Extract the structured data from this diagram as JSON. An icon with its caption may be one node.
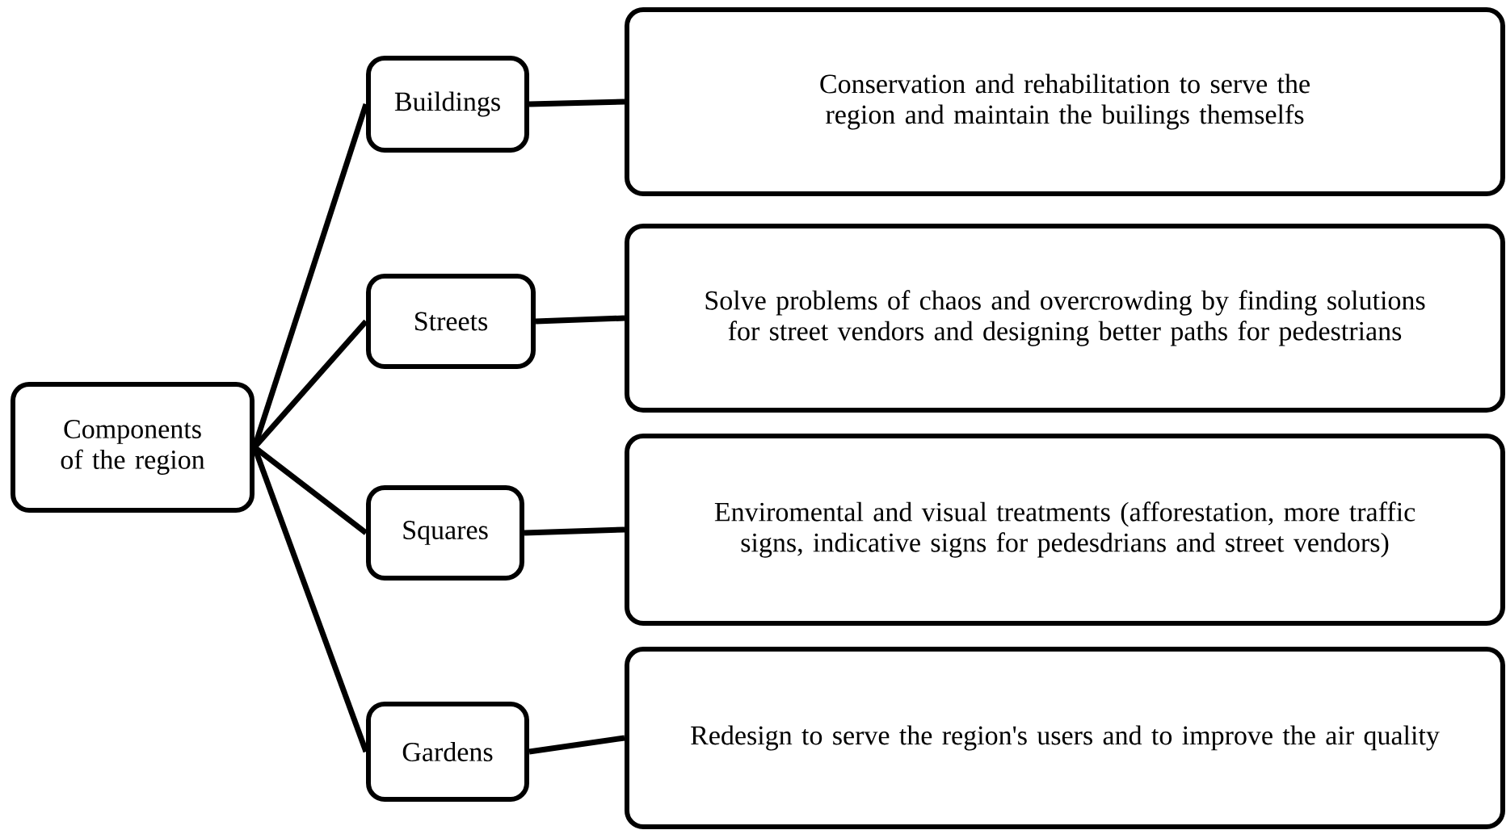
{
  "diagram": {
    "nodes": [
      {
        "text": [
          "Components of the region"
        ]
      },
      {
        "text": [
          "Buildings"
        ]
      },
      {
        "text": [
          "Streets"
        ]
      },
      {
        "text": [
          "Squares"
        ]
      },
      {
        "text": [
          "Gardens"
        ]
      },
      {
        "text": [
          "Conservation and rehabilitation to serve the region and maintain the builings themselfs"
        ]
      },
      {
        "text": [
          "Solve problems of chaos and overcrowding by finding solutions for street vendors and designing better paths for pedestrians"
        ]
      },
      {
        "text": [
          "Enviromental and visual treatments (afforestation, more traffic signs, indicative signs for pedesdrians and street vendors)"
        ]
      },
      {
        "text": [
          "Redesign to serve the region's users and to improve the air quality"
        ]
      }
    ],
    "edges": [
      {
        "from": 0,
        "to": 1,
        "arrow": "none"
      },
      {
        "from": 0,
        "to": 2,
        "arrow": "none"
      },
      {
        "from": 0,
        "to": 3,
        "arrow": "none"
      },
      {
        "from": 0,
        "to": 4,
        "arrow": "none"
      },
      {
        "from": 1,
        "to": 5,
        "arrow": "none"
      },
      {
        "from": 2,
        "to": 6,
        "arrow": "none"
      },
      {
        "from": 3,
        "to": 7,
        "arrow": "none"
      },
      {
        "from": 4,
        "to": 8,
        "arrow": "none"
      }
    ]
  }
}
